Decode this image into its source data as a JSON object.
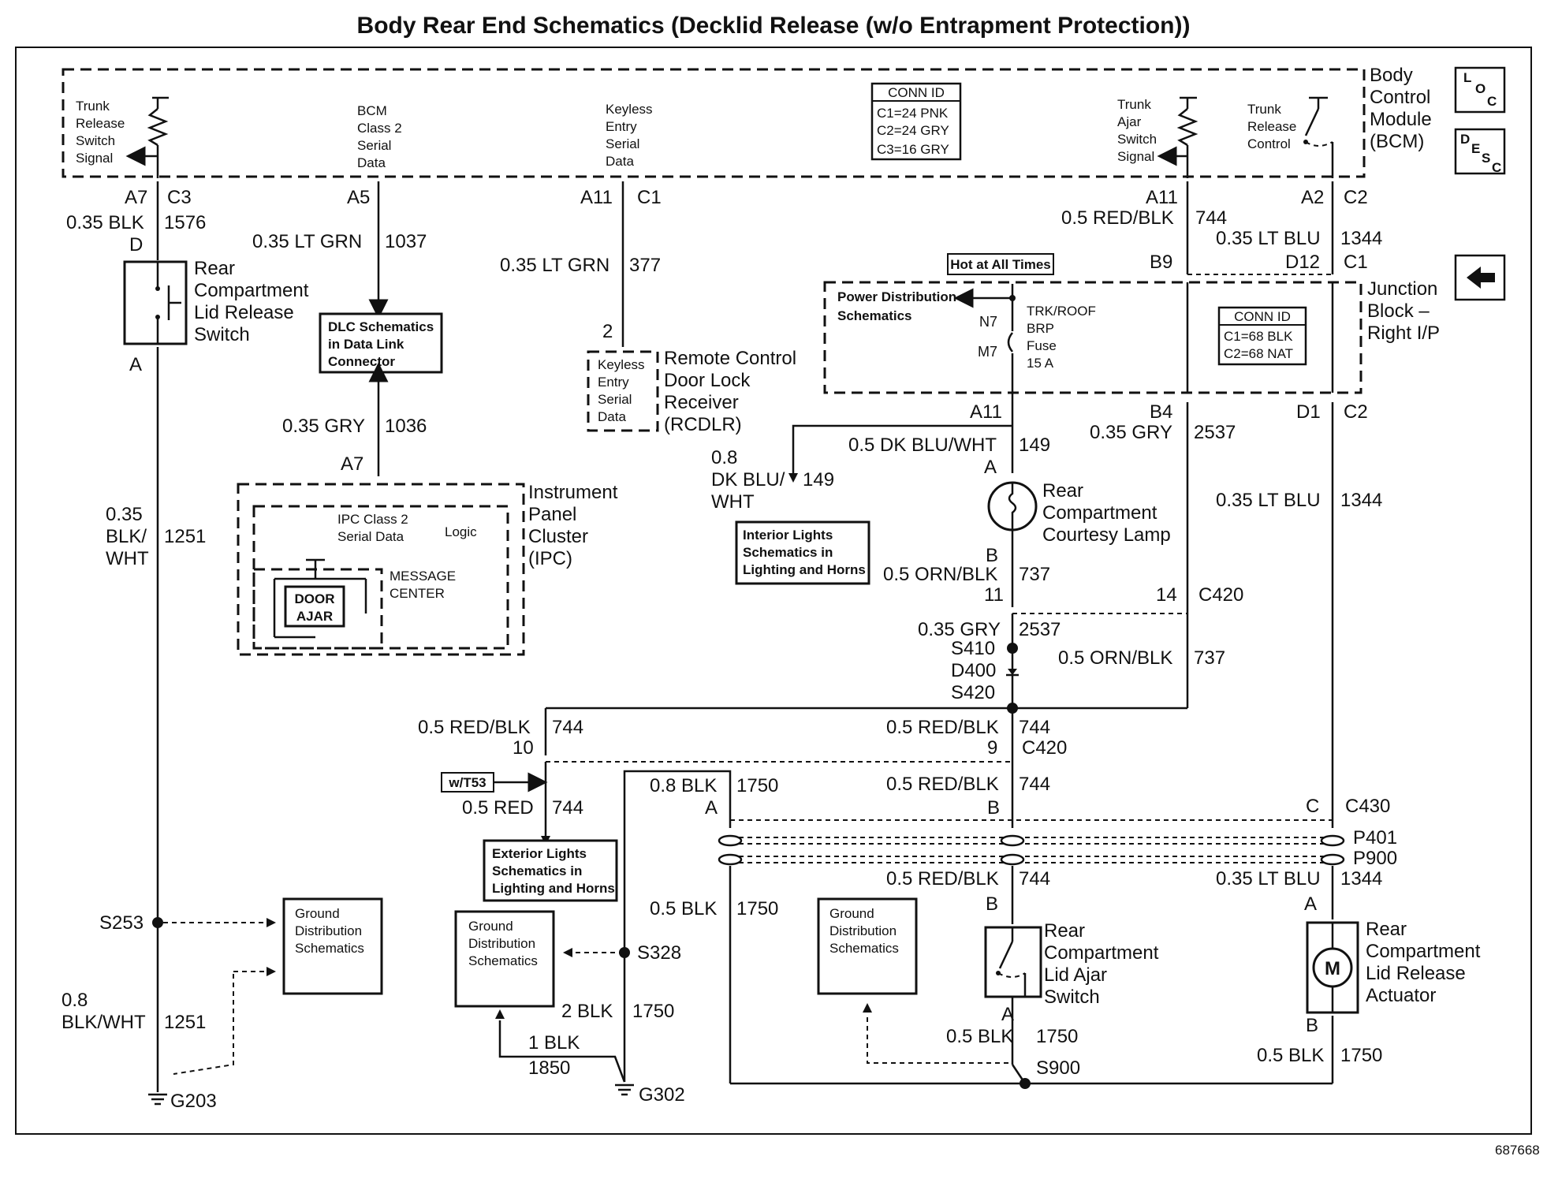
{
  "title": "Body Rear End Schematics (Decklid Release (w/o Entrapment Protection))",
  "figure_number": "687668",
  "bcm": {
    "name": [
      "Body",
      "Control",
      "Module",
      "(BCM)"
    ],
    "loc_badge": [
      "L",
      "O",
      "C"
    ],
    "desc_badge": [
      "D",
      "E",
      "S",
      "C"
    ],
    "trunk_release_signal": [
      "Trunk",
      "Release",
      "Switch",
      "Signal"
    ],
    "class2": [
      "BCM",
      "Class 2",
      "Serial",
      "Data"
    ],
    "keyless": [
      "Keyless",
      "Entry",
      "Serial",
      "Data"
    ],
    "conn_id": [
      "CONN ID",
      "C1=24 PNK",
      "C2=24 GRY",
      "C3=16 GRY"
    ],
    "trunk_ajar_signal": [
      "Trunk",
      "Ajar",
      "Switch",
      "Signal"
    ],
    "trunk_release_control": [
      "Trunk",
      "Release",
      "Control"
    ]
  },
  "bcm_pins": {
    "a7": "A7",
    "c3": "C3",
    "a5": "A5",
    "a11": "A11",
    "c1": "C1",
    "a11_right": "A11",
    "a2": "A2",
    "c2": "C2"
  },
  "wires": {
    "w1576": [
      "0.35 BLK",
      "1576"
    ],
    "w1037": [
      "0.35 LT GRN",
      "1037"
    ],
    "w377": [
      "0.35 LT GRN",
      "377"
    ],
    "w744_top": [
      "0.5 RED/BLK",
      "744"
    ],
    "w1344_top": [
      "0.35 LT BLU",
      "1344"
    ],
    "w1036": [
      "0.35 GRY",
      "1036"
    ],
    "w1251_top": [
      "0.35",
      "BLK/",
      "WHT",
      "1251"
    ],
    "w149_a": [
      "0.5 DK BLU/WHT",
      "149"
    ],
    "w149_b": [
      "0.8",
      "DK BLU/",
      "WHT",
      "149"
    ],
    "w2537_b4": [
      "0.35 GRY",
      "2537"
    ],
    "w1344_mid": [
      "0.35 LT BLU",
      "1344"
    ],
    "w737_a": [
      "0.5 ORN/BLK",
      "737"
    ],
    "w2537_s410": [
      "0.35 GRY",
      "2537"
    ],
    "w737_b": [
      "0.5 ORN/BLK",
      "737"
    ],
    "w744_left": [
      "0.5 RED/BLK",
      "744"
    ],
    "w744_right": [
      "0.5 RED/BLK",
      "744"
    ],
    "w744_red": [
      "0.5 RED",
      "744"
    ],
    "w1750_a": [
      "0.8 BLK",
      "1750"
    ],
    "w744_b": [
      "0.5 RED/BLK",
      "744"
    ],
    "w744_c": [
      "0.5 RED/BLK",
      "744"
    ],
    "w1344_low": [
      "0.35 LT BLU",
      "1344"
    ],
    "w1750_b": [
      "0.5 BLK",
      "1750"
    ],
    "w1251_low": [
      "0.8",
      "BLK/WHT",
      "1251"
    ],
    "w1750_2blk": [
      "2 BLK",
      "1750"
    ],
    "w1850": [
      "1 BLK",
      "1850"
    ],
    "w1750_c": [
      "0.5 BLK",
      "1750"
    ],
    "w1750_d": [
      "0.5 BLK",
      "1750"
    ]
  },
  "components": {
    "rear_lid_switch": [
      "Rear",
      "Compartment",
      "Lid Release",
      "Switch"
    ],
    "dlc": [
      "DLC Schematics",
      "in Data Link",
      "Connector"
    ],
    "rcdlr": [
      "Remote Control",
      "Door Lock",
      "Receiver",
      "(RCDLR)"
    ],
    "rcdlr_inner": [
      "Keyless",
      "Entry",
      "Serial",
      "Data"
    ],
    "hot": "Hot at All Times",
    "power_dist": [
      "Power Distribution",
      "Schematics"
    ],
    "fuse": [
      "TRK/ROOF",
      "BRP",
      "Fuse",
      "15 A"
    ],
    "junction": [
      "Junction",
      "Block –",
      "Right I/P"
    ],
    "jb_conn": [
      "CONN ID",
      "C1=68 BLK",
      "C2=68 NAT"
    ],
    "ipc": [
      "Instrument",
      "Panel",
      "Cluster",
      "(IPC)"
    ],
    "ipc_class2": [
      "IPC Class 2",
      "Serial Data"
    ],
    "ipc_logic": "Logic",
    "door_ajar": [
      "DOOR",
      "AJAR"
    ],
    "message_center": [
      "MESSAGE",
      "CENTER"
    ],
    "interior_lights": [
      "Interior Lights",
      "Schematics in",
      "Lighting and Horns"
    ],
    "courtesy_lamp": [
      "Rear",
      "Compartment",
      "Courtesy Lamp"
    ],
    "exterior_lights": [
      "Exterior Lights",
      "Schematics in",
      "Lighting and Horns"
    ],
    "wt53": "w/T53",
    "ground_dist_1": [
      "Ground",
      "Distribution",
      "Schematics"
    ],
    "ground_dist_2": [
      "Ground",
      "Distribution",
      "Schematics"
    ],
    "ground_dist_3": [
      "Ground",
      "Distribution",
      "Schematics"
    ],
    "lid_ajar": [
      "Rear",
      "Compartment",
      "Lid Ajar",
      "Switch"
    ],
    "actuator": [
      "Rear",
      "Compartment",
      "Lid Release",
      "Actuator"
    ],
    "motor": "M"
  },
  "pins": {
    "d": "D",
    "a_switch": "A",
    "b9": "B9",
    "d12": "D12",
    "c1_jb": "C1",
    "n7": "N7",
    "m7": "M7",
    "a11_jb": "A11",
    "b4": "B4",
    "d1": "D1",
    "c2_jb": "C2",
    "pin2": "2",
    "a7_ipc": "A7",
    "a_lamp": "A",
    "b_lamp": "B",
    "p11": "11",
    "p14": "14",
    "c420_a": "C420",
    "s410": "S410",
    "d400": "D400",
    "s420": "S420",
    "p10": "10",
    "p9": "9",
    "c420_b": "C420",
    "a_conn": "A",
    "b_conn": "B",
    "c_conn": "C",
    "c430": "C430",
    "p401": "P401",
    "p900": "P900",
    "b_ajar": "B",
    "a_ajar": "A",
    "a_act": "A",
    "b_act": "B",
    "s253": "S253",
    "s328": "S328",
    "s900": "S900",
    "g203": "G203",
    "g302": "G302"
  }
}
